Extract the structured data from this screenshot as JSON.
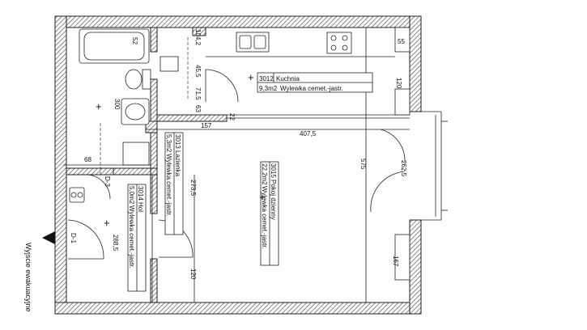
{
  "rooms": {
    "kitchen": {
      "code": "3012",
      "name": "Kuchnia",
      "area": "9,3m2",
      "floor": "Wylewka cemet.-jastr."
    },
    "living": {
      "code": "3015",
      "name": "Pokoj dzienny",
      "area": "22,2m2",
      "floor": "Wylewka cemet.-jastr."
    },
    "bath": {
      "code": "3013",
      "name": "Lazienka",
      "area": "5,3m2",
      "floor": "Wylewka cemet.-jastr."
    },
    "hall": {
      "code": "3014",
      "name": "Hol",
      "area": "5,0m2",
      "floor": "Wylewka cemet.-jastr."
    }
  },
  "dimensions": {
    "d300": "300",
    "d157": "157",
    "d4075": "407,5",
    "d2735": "273,5",
    "d2885": "288,5",
    "d575": "575",
    "d2625": "262,5",
    "d120a": "120",
    "d120b": "120",
    "d167": "167",
    "d55": "55",
    "d52": "52",
    "d68": "68",
    "d1042": "104,2",
    "d455": "45,5",
    "d715": "71,5",
    "d63": "63",
    "d22": "22",
    "dd3": "D-3",
    "dd1": "D-1"
  },
  "exit_label": "Wyjscie ewakuacyjne"
}
